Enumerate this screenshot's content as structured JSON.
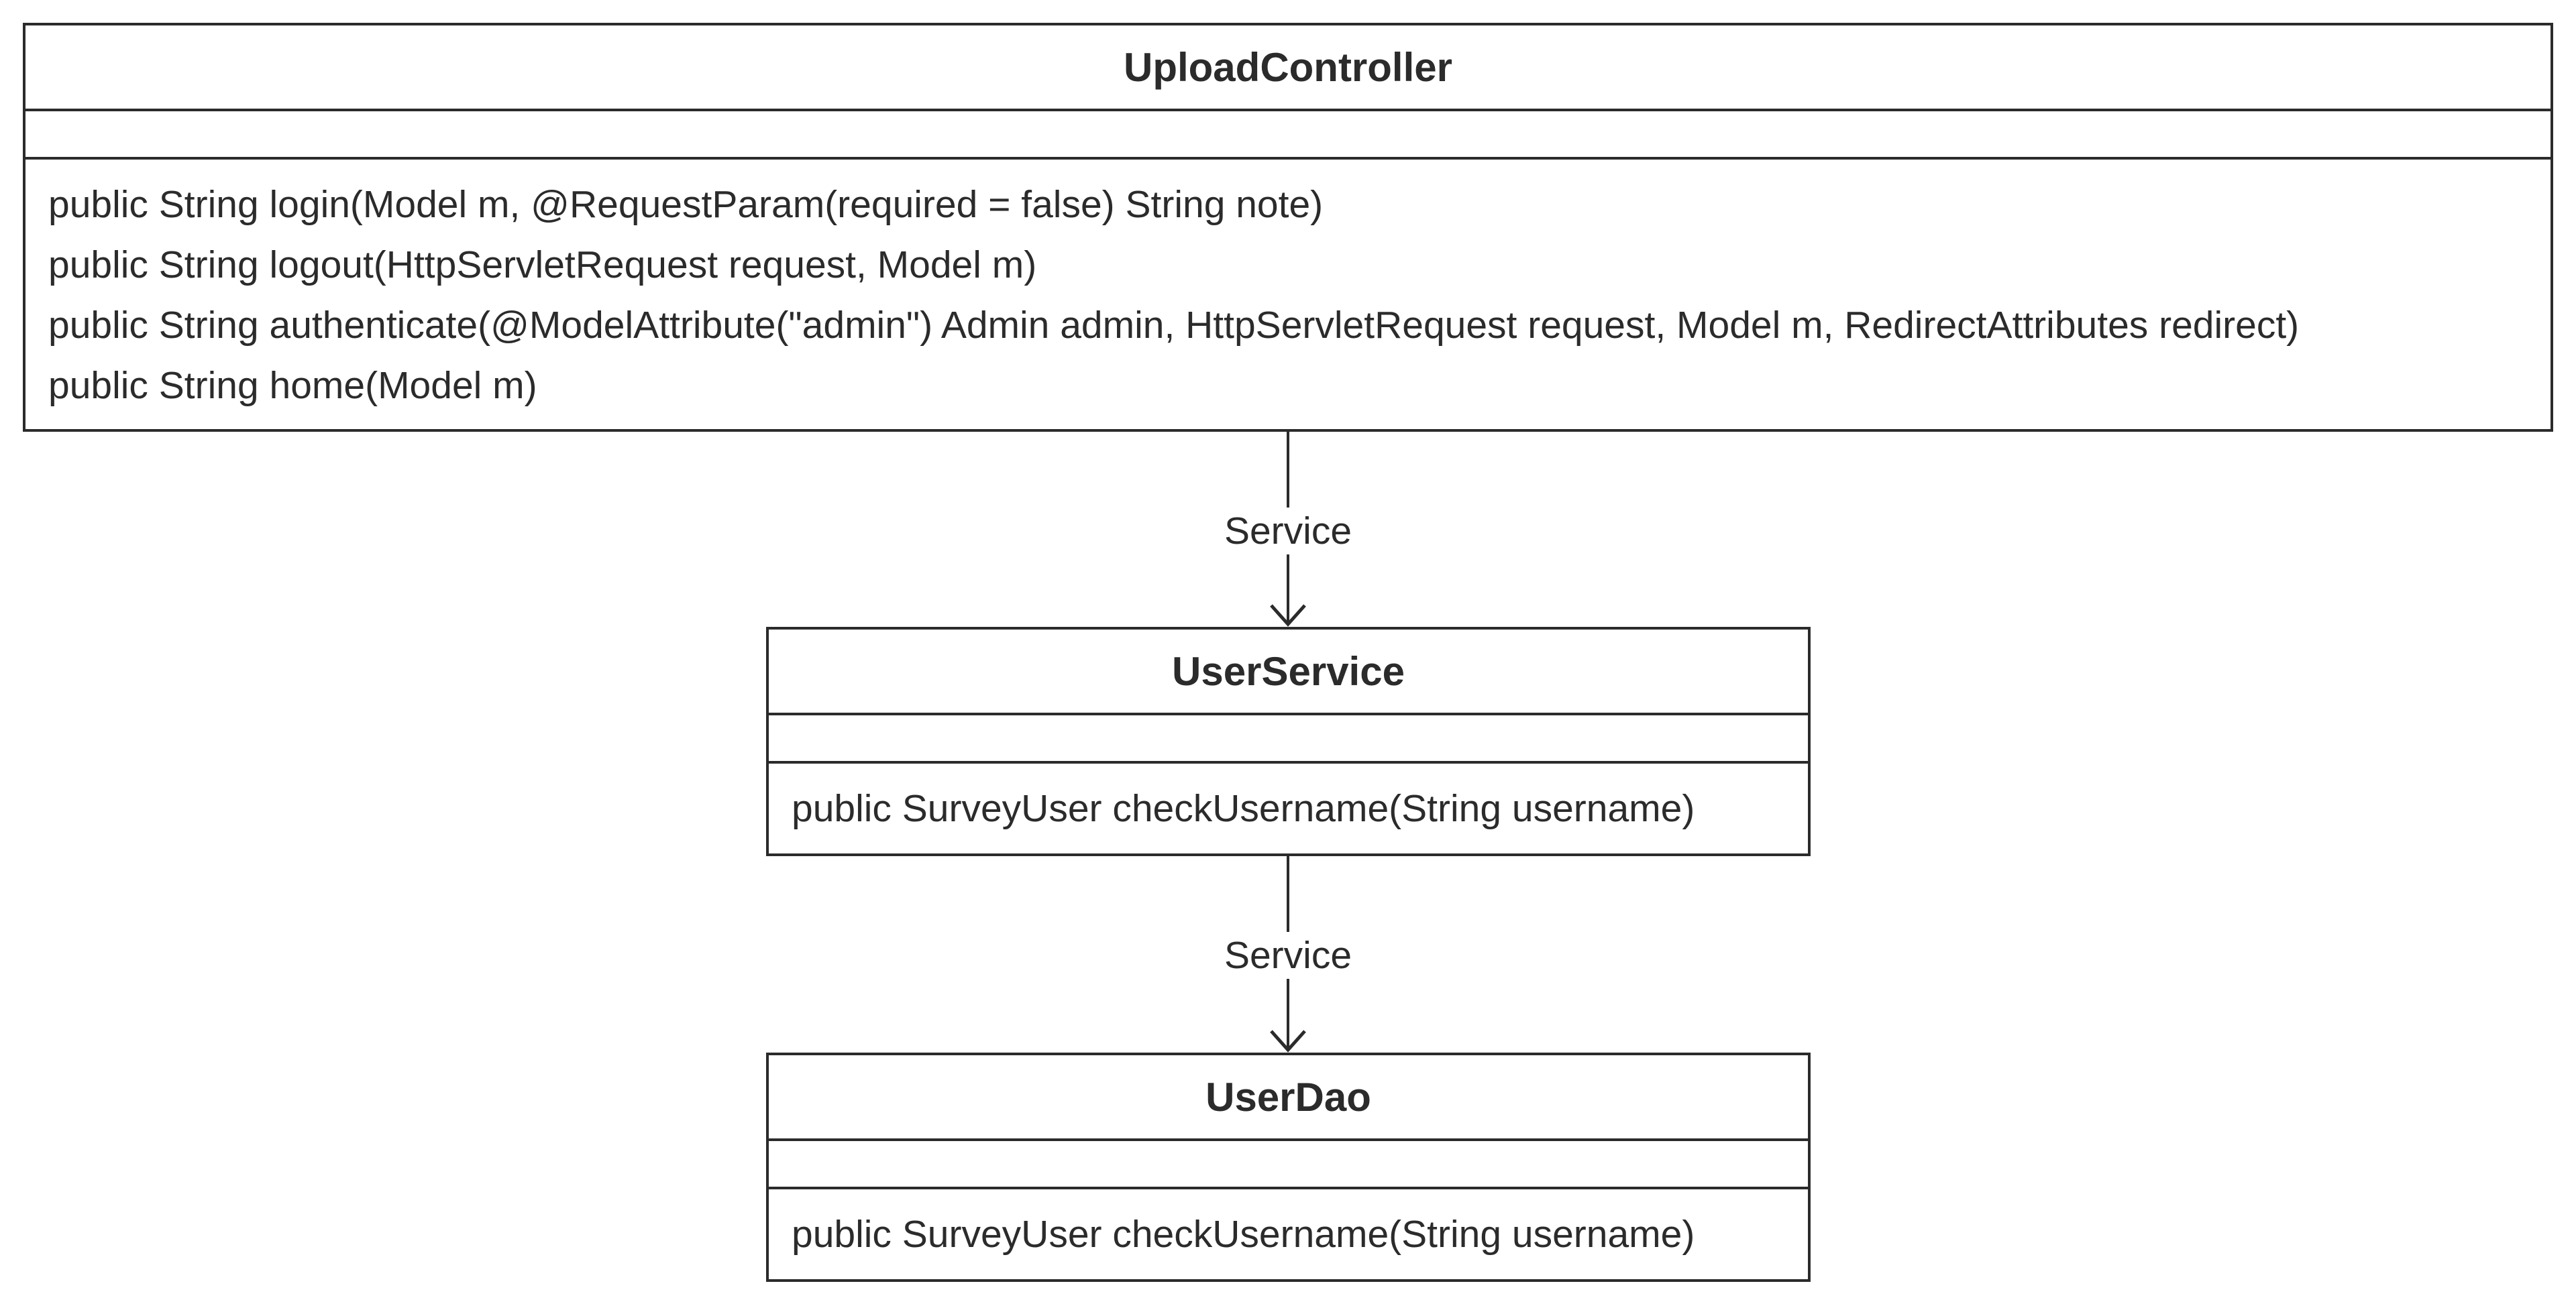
{
  "diagram": {
    "classes": [
      {
        "name": "UploadController",
        "attributes": [],
        "operations": [
          "public String login(Model m, @RequestParam(required = false) String note)",
          "public String logout(HttpServletRequest request, Model m)",
          "public String authenticate(@ModelAttribute(\"admin\") Admin admin, HttpServletRequest request, Model m, RedirectAttributes redirect)",
          "public String home(Model m)"
        ]
      },
      {
        "name": "UserService",
        "attributes": [],
        "operations": [
          "public SurveyUser checkUsername(String username)"
        ]
      },
      {
        "name": "UserDao",
        "attributes": [],
        "operations": [
          "public SurveyUser checkUsername(String username)"
        ]
      }
    ],
    "edges": [
      {
        "from": "UploadController",
        "to": "UserService",
        "label": "Service",
        "arrow": "open"
      },
      {
        "from": "UserService",
        "to": "UserDao",
        "label": "Service",
        "arrow": "open"
      }
    ]
  },
  "colors": {
    "stroke": "#2b2b2b",
    "background": "#ffffff"
  }
}
